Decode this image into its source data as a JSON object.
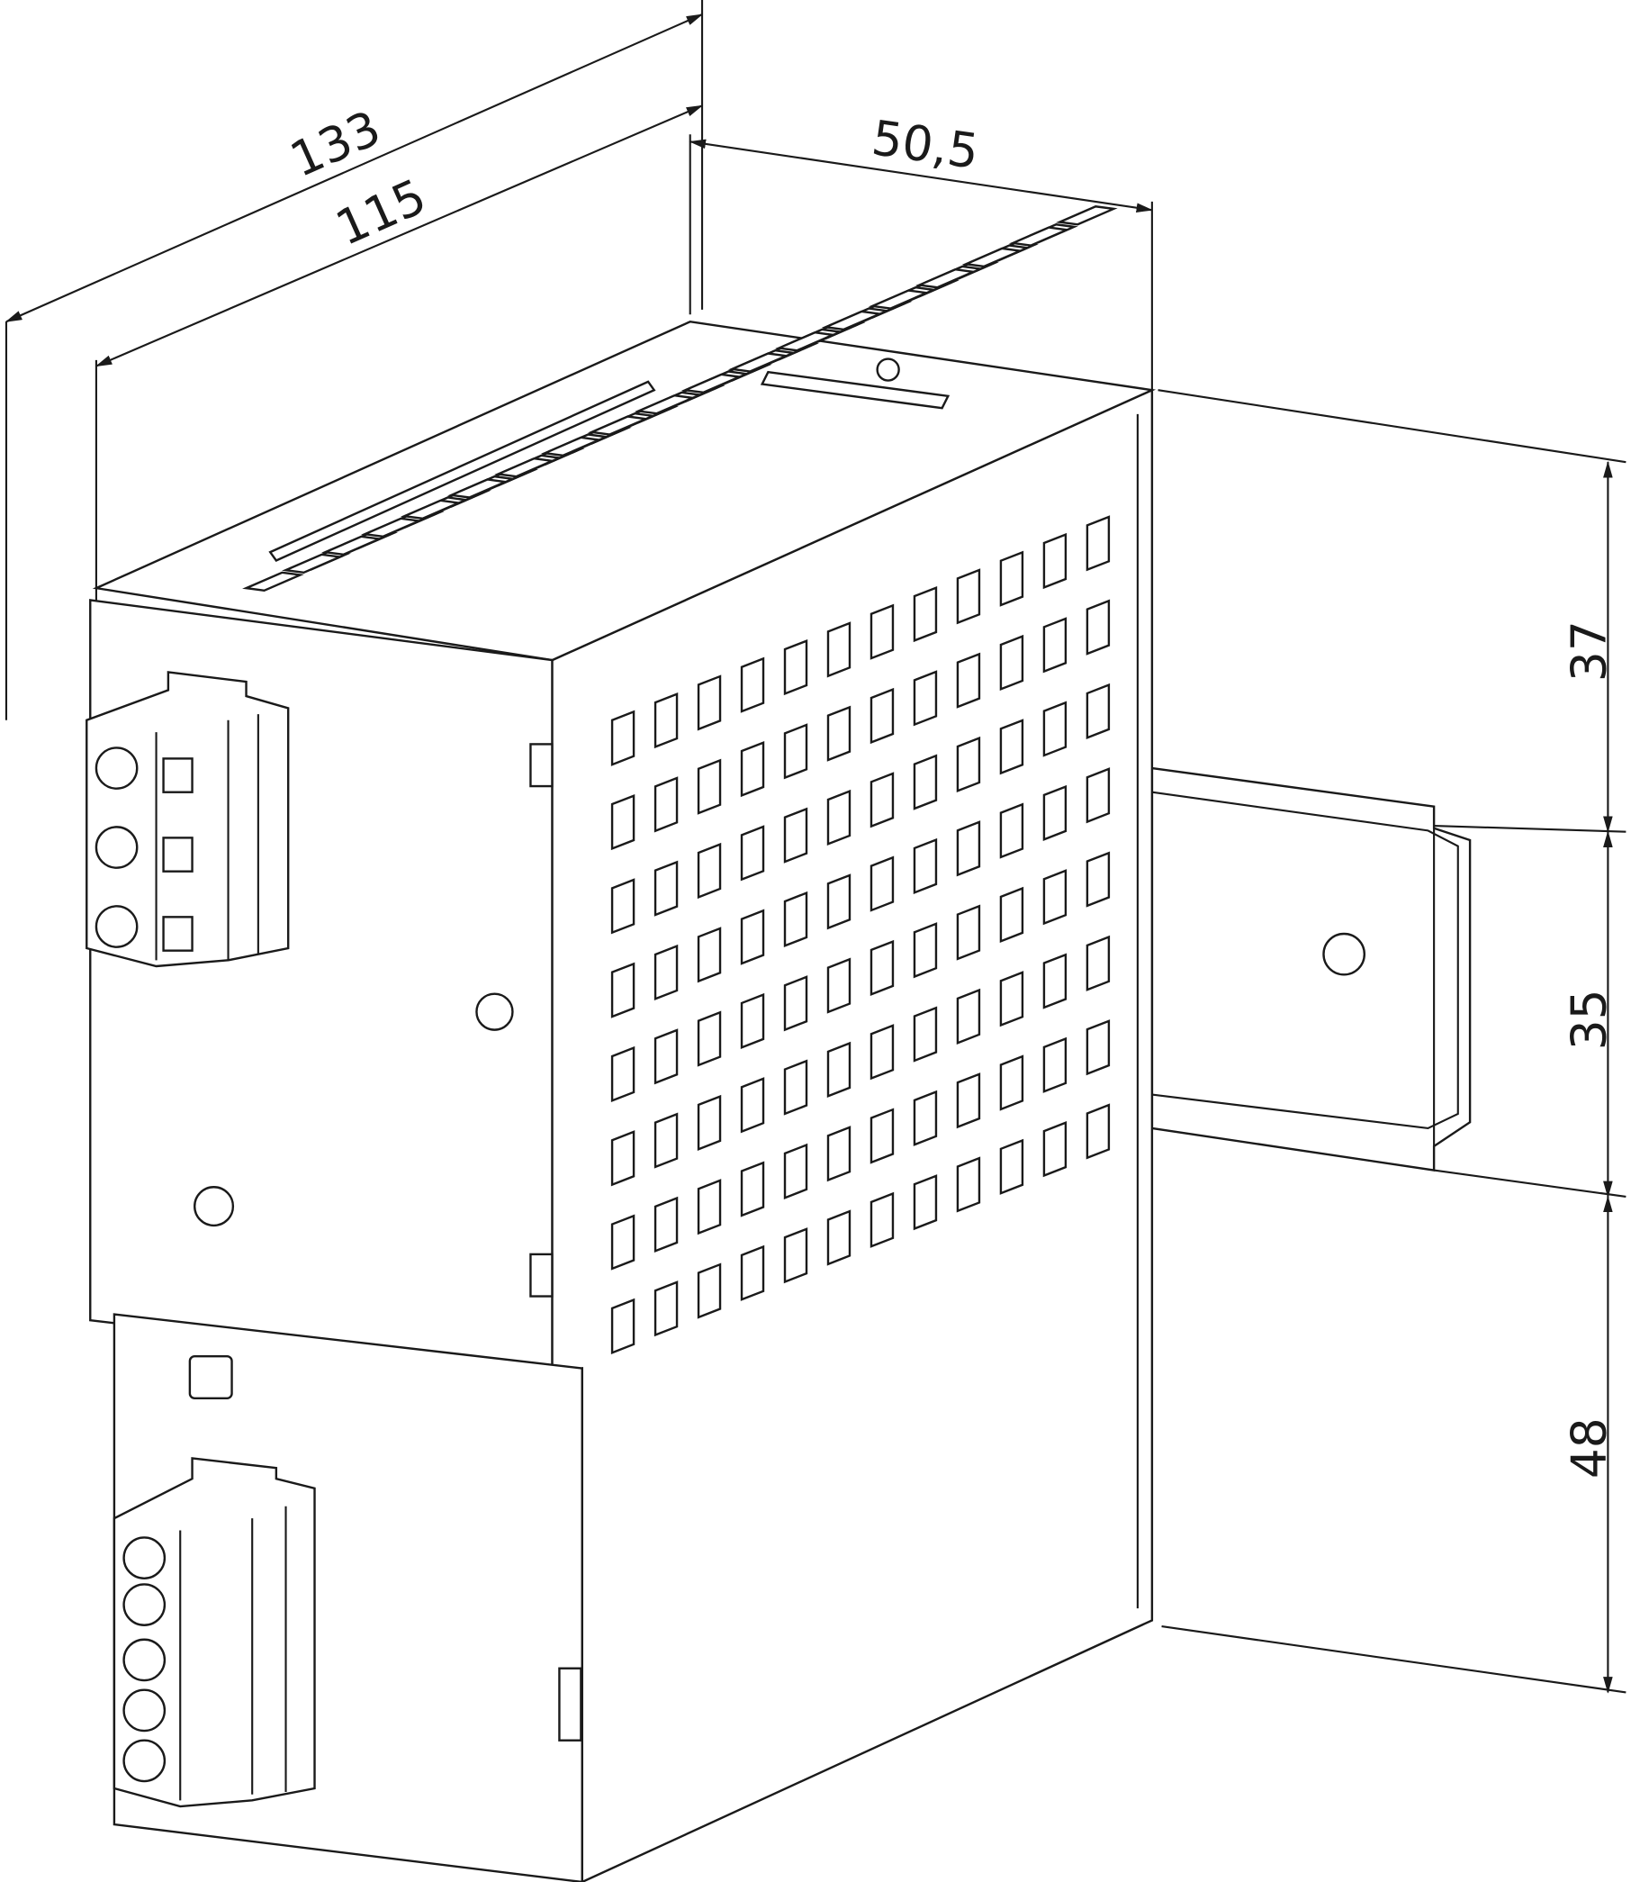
{
  "dimensions": {
    "overall_depth": "133",
    "body_depth": "115",
    "width": "50,5",
    "upper_height": "37",
    "rail_height": "35",
    "lower_height": "48"
  },
  "colors": {
    "line": "#1a1a1a",
    "background": "#ffffff"
  }
}
